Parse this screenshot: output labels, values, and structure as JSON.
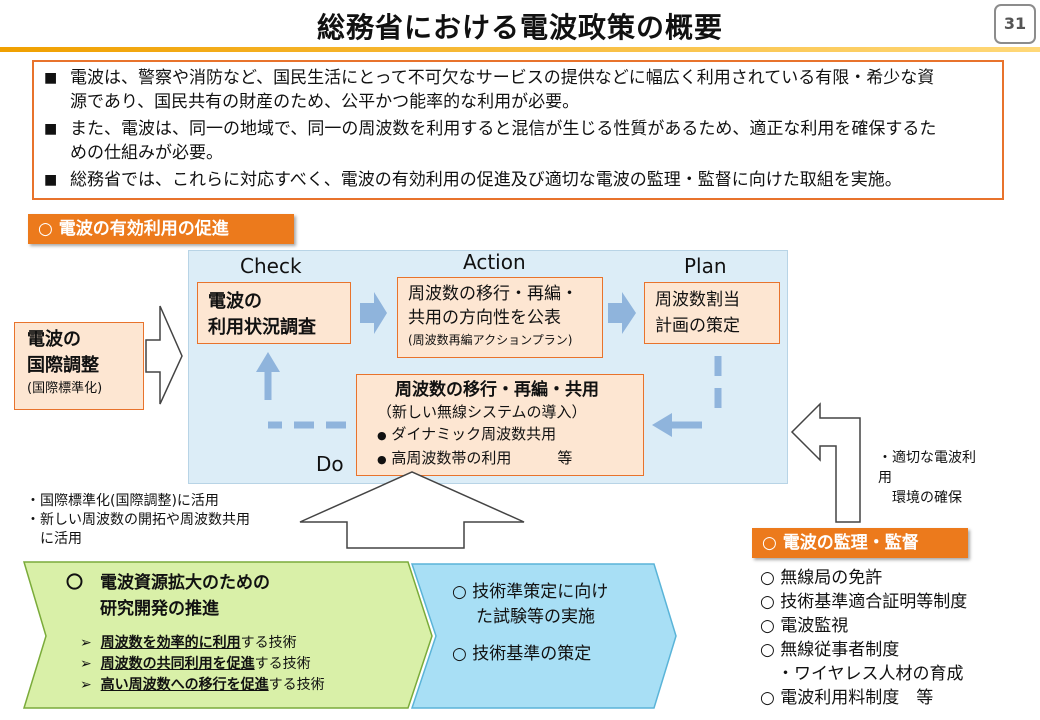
{
  "header": {
    "title": "総務省における電波政策の概要",
    "page_number": "31"
  },
  "intro": {
    "bullets": [
      {
        "line1": "電波は、警察や消防など、国民生活にとって不可欠なサービスの提供などに幅広く利用されている有限・希少な資",
        "line2": "源であり、国民共有の財産のため、公平かつ能率的な利用が必要。"
      },
      {
        "line1": "また、電波は、同一の地域で、同一の周波数を利用すると混信が生じる性質があるため、適正な利用を確保するた",
        "line2": "めの仕組みが必要。"
      },
      {
        "line1": "総務省では、これらに対応すべく、電波の有効利用の促進及び適切な電波の監理・監督に向けた取組を実施。",
        "line2": ""
      }
    ],
    "bullet_marker": "■"
  },
  "promotion_label": "○ 電波の有効利用の促進",
  "cycle": {
    "check_label": "Check",
    "action_label": "Action",
    "plan_label": "Plan",
    "do_label": "Do",
    "check_box": {
      "line1": "電波の",
      "line2": "利用状況調査"
    },
    "action_box": {
      "line1": "周波数の移行・再編・",
      "line2": "共用の方向性を公表",
      "note": "(周波数再編アクションプラン)"
    },
    "plan_box": {
      "line1": "周波数割当",
      "line2": "計画の策定"
    },
    "do_box": {
      "title": "周波数の移行・再編・共用",
      "subtitle": "（新しい無線システムの導入）",
      "item1": "ダイナミック周波数共用",
      "item2": "高周波数帯の利用",
      "item2_suffix": "等",
      "bullet": "●"
    }
  },
  "international": {
    "line1": "電波の",
    "line2": "国際調整",
    "note": "(国際標準化)"
  },
  "left_notes": {
    "line1": "・国際標準化(国際調整)に活用",
    "line2": "・新しい周波数の開拓や周波数共用",
    "line3": "　に活用"
  },
  "right_note": {
    "line1": "・適切な電波利",
    "line2": "用",
    "line3": "　環境の確保"
  },
  "rnd": {
    "title_line1": "〇　電波資源拡大のための",
    "title_line2": "研究開発の推進",
    "marker": "➢",
    "items": [
      {
        "u": "周波数を効率的に利用",
        "rest": "する技術"
      },
      {
        "u": "周波数の共同利用を促進",
        "rest": "する技術"
      },
      {
        "u": "高い周波数への移行を促進",
        "rest": "する技術"
      }
    ]
  },
  "standards": {
    "item1_line1": "○ 技術準策定に向け",
    "item1_line2": "た試験等の実施",
    "item2": "○ 技術基準の策定"
  },
  "supervision_label": "○ 電波の監理・監督",
  "supervision_items": [
    "○ 無線局の免許",
    "○ 技術基準適合証明等制度",
    "○ 電波監視",
    "○ 無線従事者制度",
    "　・ワイヤレス人材の育成",
    "○ 電波利用料制度　等"
  ],
  "colors": {
    "accent_orange": "#ec7a1c",
    "cycle_bg": "#dcedf7",
    "peach": "#fde6d2",
    "arrow_blue": "#8fb4dc",
    "green": "#d9f0a8",
    "cyan": "#a8dff5"
  }
}
